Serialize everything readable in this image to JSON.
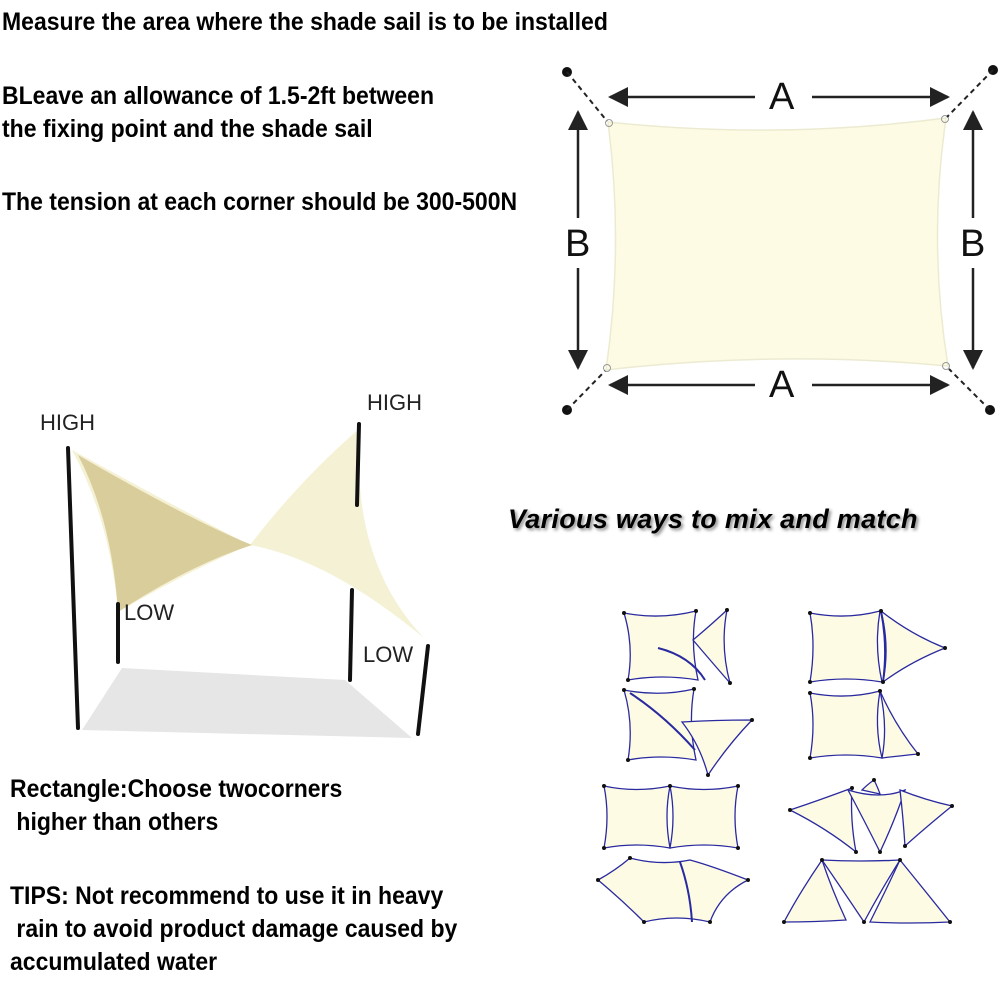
{
  "instructions": {
    "measure": "Measure the area where the shade sail is to be installed",
    "allowance_line1": "BLeave an allowance of 1.5-2ft between",
    "allowance_line2": "the fixing point and the shade sail",
    "tension": "The tension at each corner should be 300-500N"
  },
  "dimension_diagram": {
    "top_label": "A",
    "bottom_label": "A",
    "left_label": "B",
    "right_label": "B",
    "sail_color": "#fdfbe3"
  },
  "installation_diagram": {
    "high_left": "HIGH",
    "high_right": "HIGH",
    "low_left": "LOW",
    "low_right": "LOW",
    "sail_light": "#f4f1d4",
    "sail_dark": "#d9cd9c",
    "shadow_color": "#e6e6e6"
  },
  "mix_match": {
    "title": "Various ways to mix and match",
    "edge_color": "#2a2aa0"
  },
  "rectangle_note": {
    "line1": "Rectangle:Choose twocorners",
    "line2": " higher than others"
  },
  "tips": {
    "line1": "TIPS: Not recommend to use it in heavy",
    "line2": " rain to avoid product damage caused by",
    "line3": "accumulated water"
  }
}
